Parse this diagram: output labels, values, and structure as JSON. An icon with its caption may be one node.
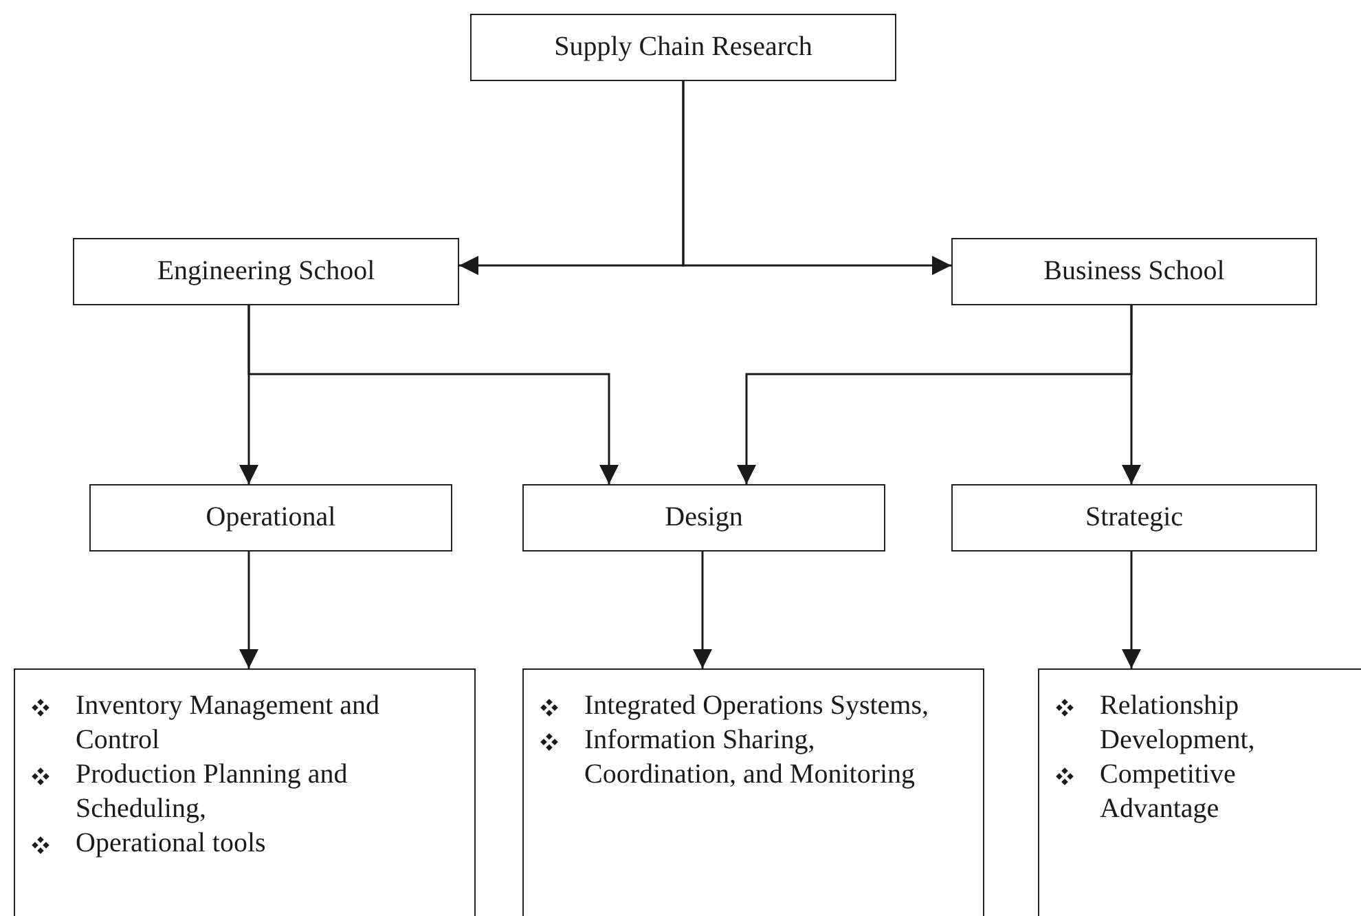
{
  "diagram": {
    "nodes": [
      {
        "text": [
          "Supply Chain Research"
        ]
      },
      {
        "text": [
          "Engineering School"
        ]
      },
      {
        "text": [
          "Business School"
        ]
      },
      {
        "text": [
          "Operational"
        ]
      },
      {
        "text": [
          "Design"
        ]
      },
      {
        "text": [
          "Strategic"
        ]
      },
      {
        "text": [
          "Inventory Management and Control",
          "Production Planning and Scheduling,",
          "Operational tools"
        ]
      },
      {
        "text": [
          "Integrated Operations Systems,",
          "Information Sharing, Coordination, and Monitoring"
        ]
      },
      {
        "text": [
          "Relationship Development,",
          "Competitive Advantage"
        ]
      }
    ],
    "edges": [
      {
        "from": 0,
        "to": 1,
        "arrow": "to"
      },
      {
        "from": 0,
        "to": 2,
        "arrow": "to"
      },
      {
        "from": 1,
        "to": 3,
        "arrow": "to"
      },
      {
        "from": 1,
        "to": 4,
        "arrow": "to"
      },
      {
        "from": 2,
        "to": 4,
        "arrow": "to"
      },
      {
        "from": 2,
        "to": 5,
        "arrow": "to"
      },
      {
        "from": 3,
        "to": 6,
        "arrow": "to"
      },
      {
        "from": 4,
        "to": 7,
        "arrow": "to"
      },
      {
        "from": 5,
        "to": 8,
        "arrow": "to"
      }
    ]
  }
}
